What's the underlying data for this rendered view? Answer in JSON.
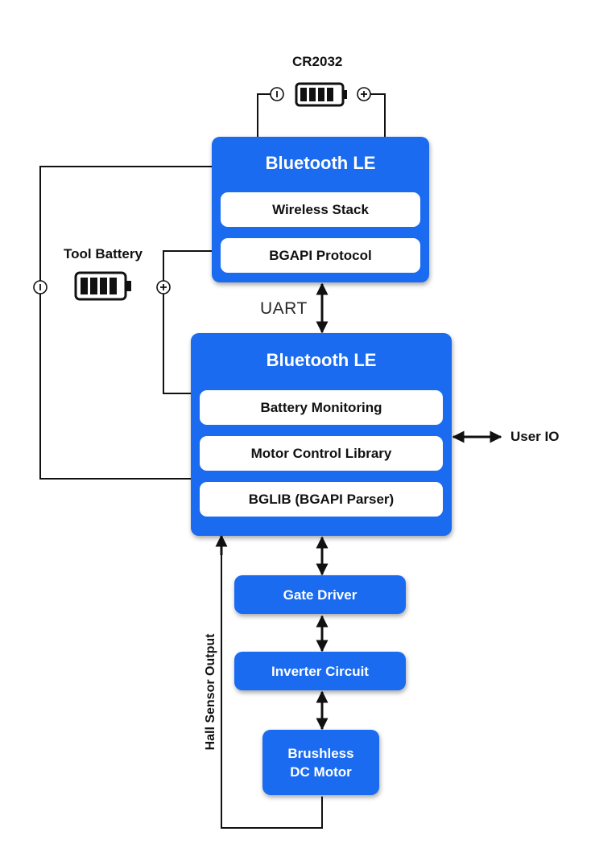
{
  "top_block": {
    "title": "Bluetooth LE",
    "items": [
      "Wireless Stack",
      "BGAPI Protocol"
    ]
  },
  "main_block": {
    "title": "Bluetooth LE",
    "items": [
      "Battery Monitoring",
      "Motor Control Library",
      "BGLIB (BGAPI Parser)"
    ]
  },
  "labels": {
    "coin_cell": "CR2032",
    "tool_battery": "Tool Battery",
    "uart": "UART",
    "user_io": "User IO",
    "hall_sensor": "Hall Sensor Output"
  },
  "driver_chain": {
    "gate_driver": "Gate Driver",
    "inverter": "Inverter Circuit",
    "motor_line1": "Brushless",
    "motor_line2": "DC Motor"
  },
  "colors": {
    "block_blue": "#1a6bef",
    "wire": "#111111"
  }
}
